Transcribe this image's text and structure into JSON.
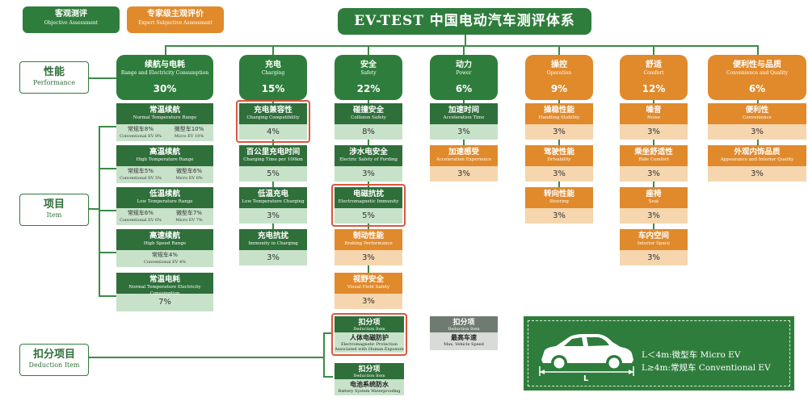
{
  "legend": {
    "objective": {
      "cn": "客观测评",
      "en": "Objective Assessment"
    },
    "expert": {
      "cn": "专家级主观评价",
      "en": "Expert Subjective Assessment"
    }
  },
  "title": "EV-TEST 中国电动汽车测评体系",
  "side_labels": {
    "performance": {
      "cn": "性能",
      "en": "Performance"
    },
    "item": {
      "cn": "项目",
      "en": "Item"
    },
    "deduction": {
      "cn": "扣分项目",
      "en": "Deduction Item"
    }
  },
  "colors": {
    "green": "#2f7d3c",
    "orange": "#e08a2c",
    "highlight": "#d9573d"
  },
  "categories": [
    {
      "cn": "续航与电耗",
      "en": "Range and Electricity Consumption",
      "pct": "30%"
    },
    {
      "cn": "充电",
      "en": "Charging",
      "pct": "15%"
    },
    {
      "cn": "安全",
      "en": "Safety",
      "pct": "22%"
    },
    {
      "cn": "动力",
      "en": "Power",
      "pct": "6%"
    },
    {
      "cn": "操控",
      "en": "Operation",
      "pct": "9%"
    },
    {
      "cn": "舒适",
      "en": "Comfort",
      "pct": "12%"
    },
    {
      "cn": "便利性与品质",
      "en": "Convenience and Quality",
      "pct": "6%"
    }
  ],
  "range_items": [
    {
      "cn": "常温续航",
      "en": "Normal Temperature Range",
      "a": "常规车8%",
      "a_en": "Conventional EV 8%",
      "b": "微型车10%",
      "b_en": "Micro EV 10%"
    },
    {
      "cn": "高温续航",
      "en": "High Temperature Range",
      "a": "常规车5%",
      "a_en": "Conventional EV 5%",
      "b": "微型车6%",
      "b_en": "Micro EV 6%"
    },
    {
      "cn": "低温续航",
      "en": "Low Temperature Range",
      "a": "常规车6%",
      "a_en": "Conventional EV 6%",
      "b": "微型车7%",
      "b_en": "Micro EV 7%"
    },
    {
      "cn": "高速续航",
      "en": "High Speed Range",
      "a": "常规车4%",
      "a_en": "Conventional EV 4%"
    },
    {
      "cn": "常温电耗",
      "en": "Normal Temperature Electricity Consumption",
      "v": "7%"
    }
  ],
  "charging_items": [
    {
      "cn": "充电兼容性",
      "en": "Charging Compatibility",
      "v": "4%"
    },
    {
      "cn": "百公里充电时间",
      "en": "Charging Time per 100km",
      "v": "5%"
    },
    {
      "cn": "低温充电",
      "en": "Low Temperature Charging",
      "v": "3%"
    },
    {
      "cn": "充电抗扰",
      "en": "Immunity in Charging",
      "v": "3%"
    }
  ],
  "safety_items": [
    {
      "cn": "碰撞安全",
      "en": "Collision Safety",
      "v": "8%"
    },
    {
      "cn": "涉水电安全",
      "en": "Electric Safety of Fording",
      "v": "3%"
    },
    {
      "cn": "电磁抗扰",
      "en": "Electromagnetic Immunity",
      "v": "5%"
    },
    {
      "cn": "制动性能",
      "en": "Braking Performance",
      "v": "3%"
    },
    {
      "cn": "视野安全",
      "en": "Visual Field Safety",
      "v": "3%"
    }
  ],
  "power_items": [
    {
      "cn": "加速时间",
      "en": "Acceleration Time",
      "v": "3%"
    },
    {
      "cn": "加速感受",
      "en": "Acceleration Experience",
      "v": "3%"
    }
  ],
  "operation_items": [
    {
      "cn": "操稳性能",
      "en": "Handling Stability",
      "v": "3%"
    },
    {
      "cn": "驾驶性能",
      "en": "Drivability",
      "v": "3%"
    },
    {
      "cn": "转向性能",
      "en": "Steering",
      "v": "3%"
    }
  ],
  "comfort_items": [
    {
      "cn": "噪音",
      "en": "Noise",
      "v": "3%"
    },
    {
      "cn": "乘坐舒适性",
      "en": "Ride Comfort",
      "v": "3%"
    },
    {
      "cn": "座椅",
      "en": "Seat",
      "v": "3%"
    },
    {
      "cn": "车内空间",
      "en": "Interior Space",
      "v": "3%"
    }
  ],
  "convenience_items": [
    {
      "cn": "便利性",
      "en": "Convenience",
      "v": "3%"
    },
    {
      "cn": "外观内饰品质",
      "en": "Appearance and Interior Quality",
      "v": "3%"
    }
  ],
  "deductions": [
    {
      "hd": "扣分项",
      "hd_en": "Deduction Item",
      "cn": "人体电磁防护",
      "en": "Electromagnetic Protection Associated with Human Exposure"
    },
    {
      "hd": "扣分项",
      "hd_en": "Deduction Item",
      "cn": "电池系统防水",
      "en": "Battery System Waterproofing"
    },
    {
      "hd": "扣分项",
      "hd_en": "Deduction Item",
      "cn": "最高车速",
      "en": "Max. Vehicle Speed"
    }
  ],
  "car_legend": {
    "line1": "L＜4m:微型车 Micro EV",
    "line2": "L≥4m:常规车 Conventional EV",
    "length_label": "L"
  }
}
